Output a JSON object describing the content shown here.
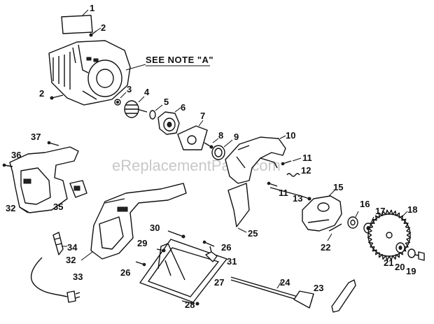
{
  "diagram": {
    "note_text": "SEE NOTE \"A\"",
    "watermark": "eReplacementParts.com",
    "callouts": {
      "c1": "1",
      "c2a": "2",
      "c2b": "2",
      "c3": "3",
      "c4": "4",
      "c5": "5",
      "c6": "6",
      "c7": "7",
      "c8": "8",
      "c9": "9",
      "c10": "10",
      "c11a": "11",
      "c11b": "11",
      "c12": "12",
      "c13": "13",
      "c15": "15",
      "c16": "16",
      "c17": "17",
      "c18": "18",
      "c19": "19",
      "c20": "20",
      "c21": "21",
      "c22": "22",
      "c23": "23",
      "c24": "24",
      "c25": "25",
      "c26a": "26",
      "c26b": "26",
      "c27": "27",
      "c28": "28",
      "c29": "29",
      "c30": "30",
      "c31": "31",
      "c32a": "32",
      "c32b": "32",
      "c33": "33",
      "c34": "34",
      "c35": "35",
      "c36": "36",
      "c37": "37"
    }
  }
}
